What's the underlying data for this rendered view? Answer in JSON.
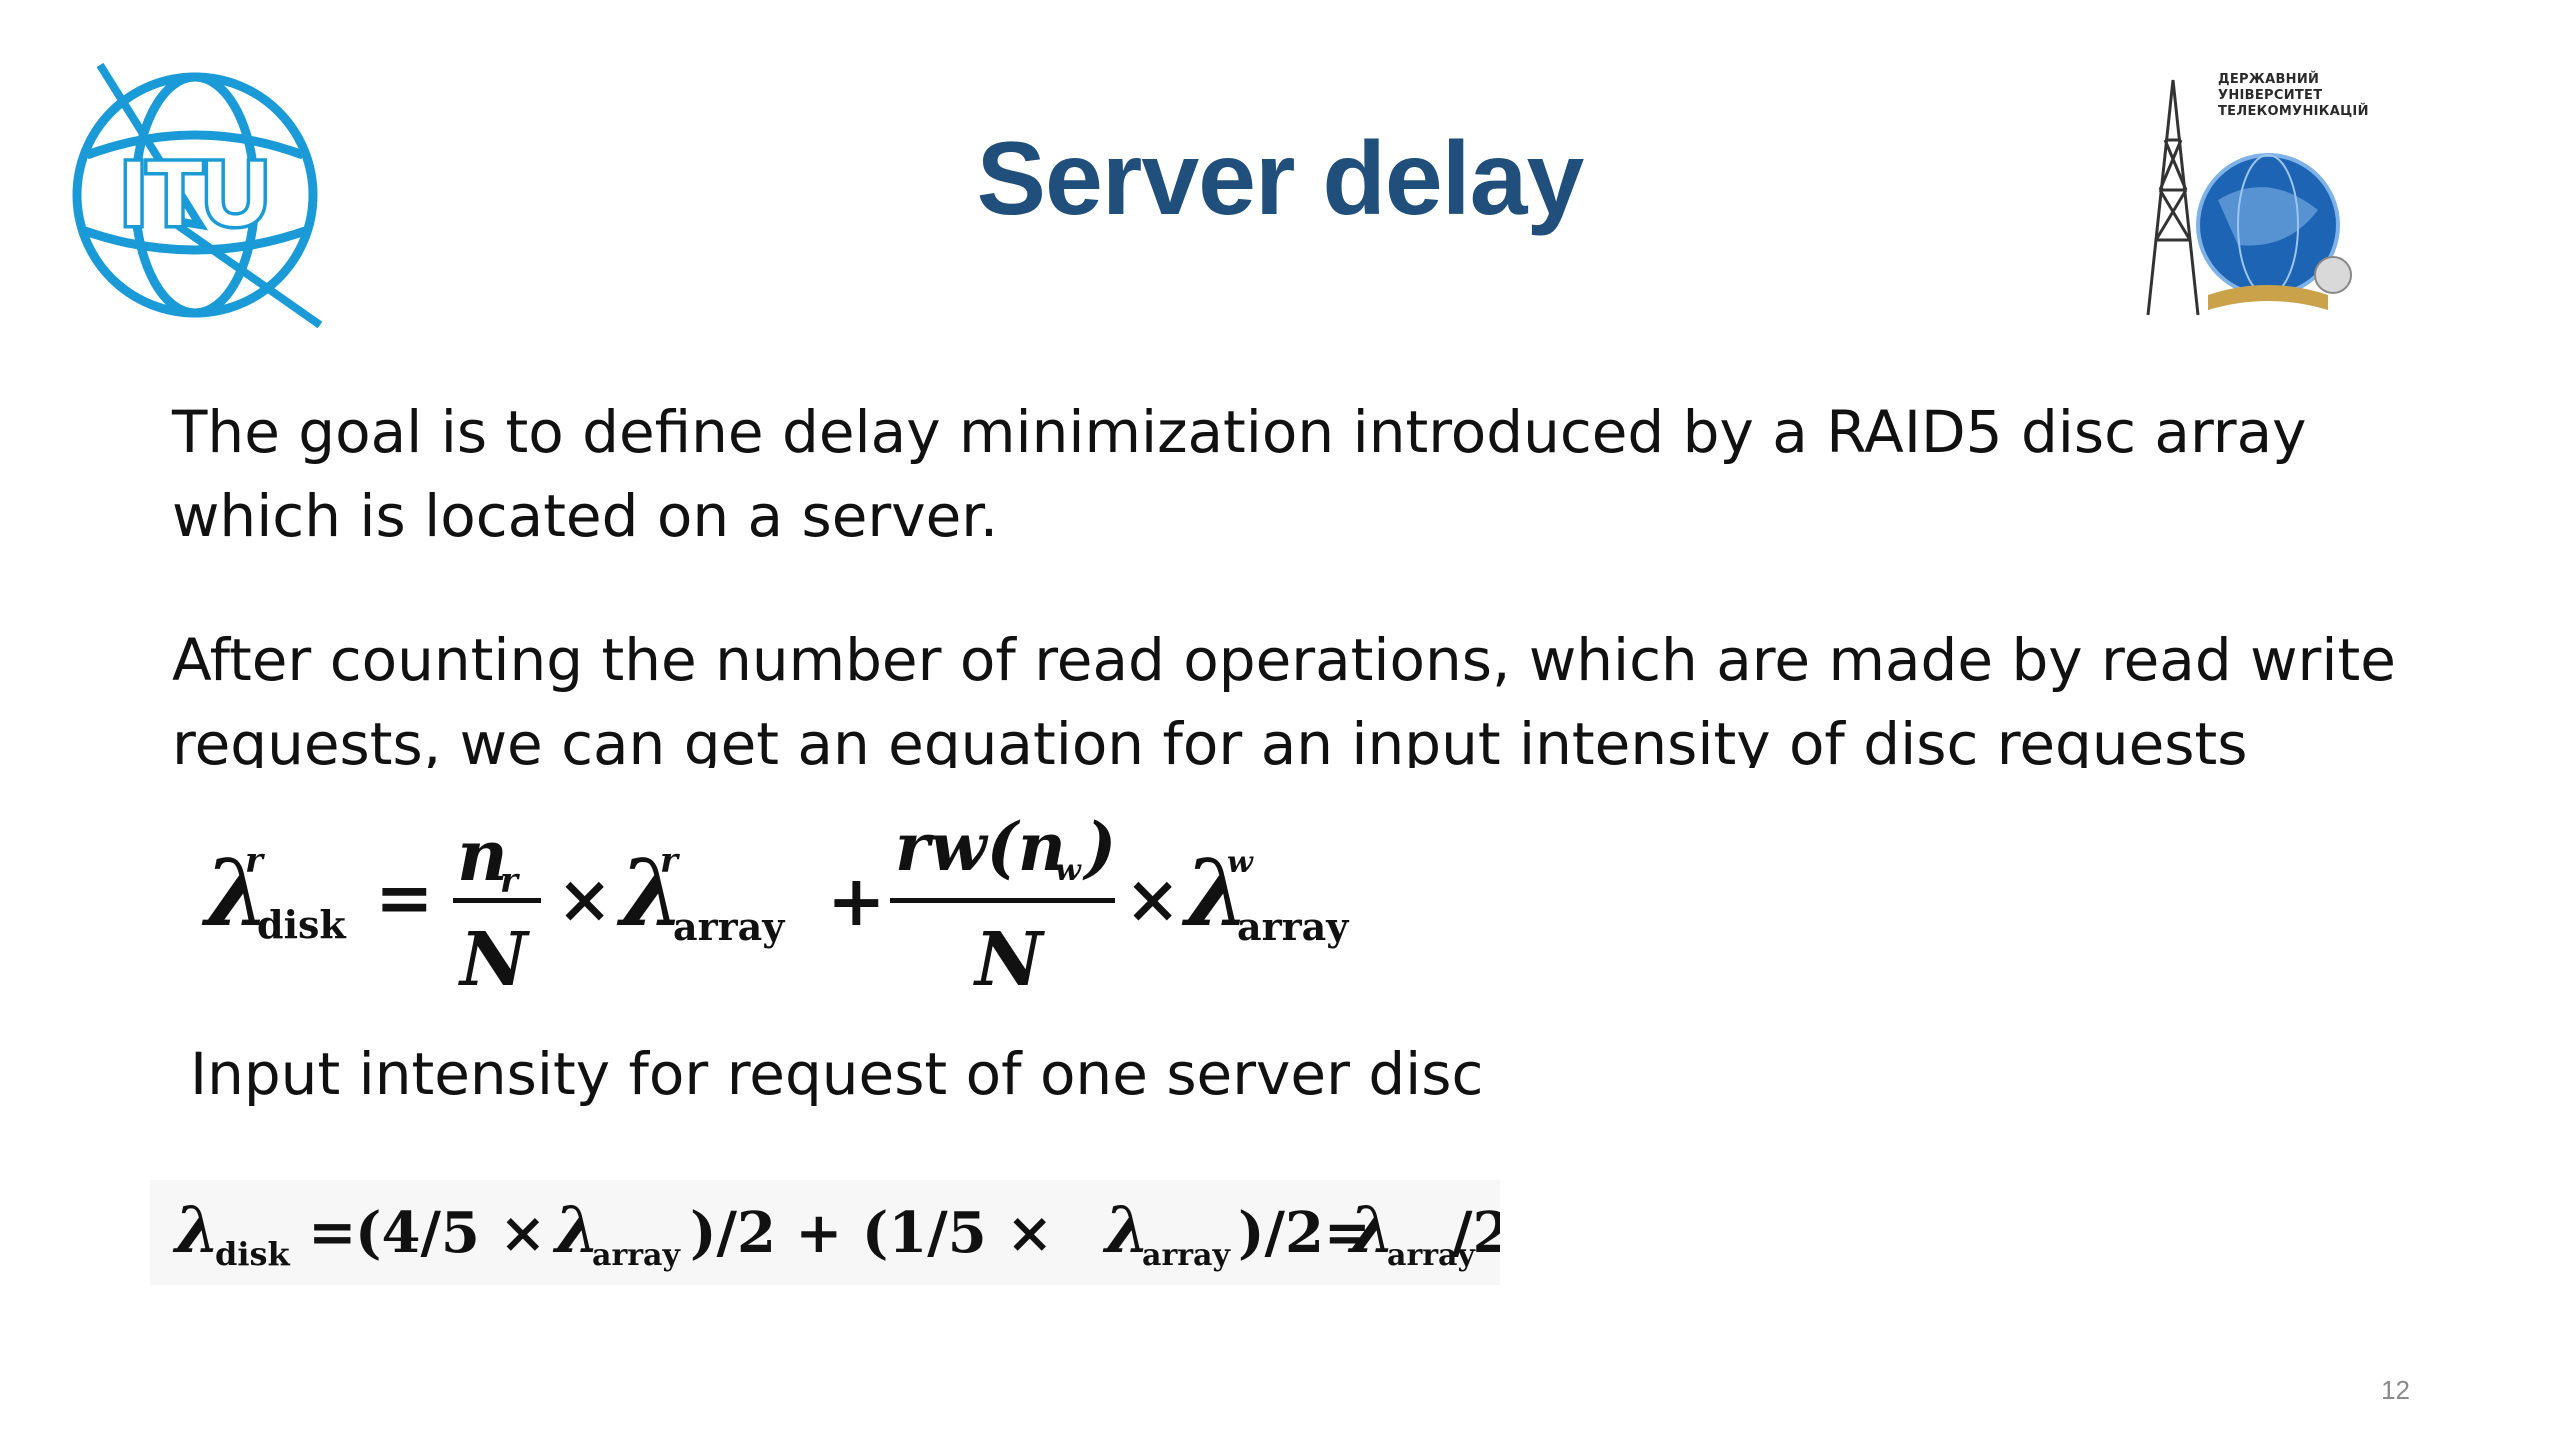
{
  "slide": {
    "title": "Server delay",
    "paragraph_1": "The goal is to define delay minimization introduced by a RAID5 disc array which is located on a server.",
    "paragraph_2": "After counting the number of read operations, which are made by read write requests, we can get an equation for an input intensity of disc requests",
    "formula_label": "Input intensity for request of one server disc",
    "page_number": "12"
  },
  "logos": {
    "left": {
      "name": "ITU",
      "text": "ITU",
      "color": "#1a9bd7"
    },
    "right": {
      "lines": [
        "ДЕРЖАВНИЙ",
        "УНІВЕРСИТЕТ",
        "ТЕЛЕКОМУНІКАЦІЙ"
      ],
      "globe_color": "#1e64b4"
    }
  },
  "equation_1": {
    "lambda": "λ",
    "disk": "disk",
    "array": "array",
    "sup_r": "r",
    "sup_w": "w",
    "eq": "=",
    "times": "×",
    "plus": "+",
    "num_1": "n",
    "num_1_sub": "r",
    "num_2": "rw(n",
    "num_2_sub": "w",
    "num_2_close": ")",
    "den": "N"
  },
  "equation_2": {
    "lhs_sub": "disk",
    "eq": "=",
    "part_1": "(4/5 ×",
    "part_1_close": ")/2 + (1/5 ×",
    "part_2_close": ")/2=",
    "tail": "/2",
    "array": "array"
  },
  "colors": {
    "title": "#1f4f7a",
    "text": "#111111",
    "page_number": "#8a8a8a"
  }
}
